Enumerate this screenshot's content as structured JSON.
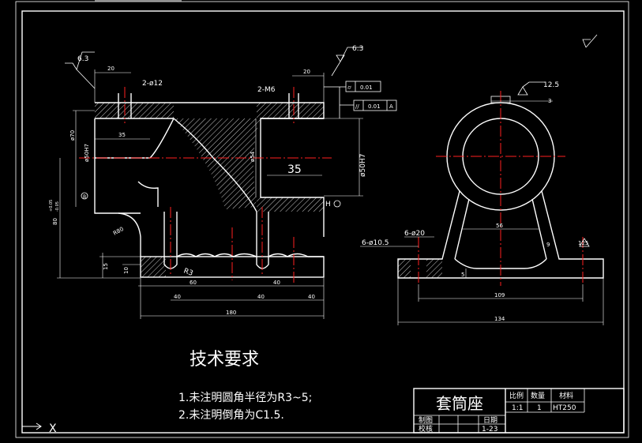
{
  "drawing": {
    "title_cn": "套筒座",
    "tech_req_heading": "技术要求",
    "tech_req_1": "1.未注明圆角半径为R3~5;",
    "tech_req_2": "2.未注明倒角为C1.5.",
    "axis_label": "X",
    "colors": {
      "background": "#000000",
      "lines": "#ffffff",
      "centerlines": "#ff2020"
    }
  },
  "title_block": {
    "scale_label": "比例",
    "qty_label": "数量",
    "material_label": "材料",
    "scale_value": "1:1",
    "qty_value": "1",
    "material_value": "HT250",
    "drawn_label": "制图",
    "checked_label": "校核",
    "date_label": "日期",
    "date_value": "1-23"
  },
  "front_view": {
    "rough_left": "6.3",
    "rough_right": "6.3",
    "dim_top_left": "20",
    "dim_top_right": "20",
    "holes_left": "2-ø12",
    "holes_right": "2-M6",
    "parallel_tol": "0.01",
    "parallel_tol_2": "0.01",
    "datum": "A",
    "dia_70": "ø70",
    "dia_50h7_left": "ø50H7",
    "dia_50h7_right": "ø50H7",
    "dia_54": "ø54",
    "dim_35_small": "35",
    "dim_35_big": "35",
    "height_80": "80",
    "height_tol_up": "+0.05",
    "height_tol_dn": "-0.05",
    "r80": "R80",
    "r3": "R3",
    "dim_15": "15",
    "dim_10": "10",
    "dim_60": "60",
    "dim_40a": "40",
    "dim_40b": "40",
    "dim_40c": "40",
    "dim_40d": "40",
    "dim_180": "180",
    "datum_b": "B",
    "h_mark": "H"
  },
  "side_view": {
    "rough_top": "12.5",
    "dim_3": "3",
    "holes_105": "6-ø10.5",
    "holes_20": "6-ø20",
    "dim_56": "56",
    "dim_109": "109",
    "dim_134": "134",
    "dim_5": "5",
    "dim_9": "9",
    "rough_small": "125"
  }
}
